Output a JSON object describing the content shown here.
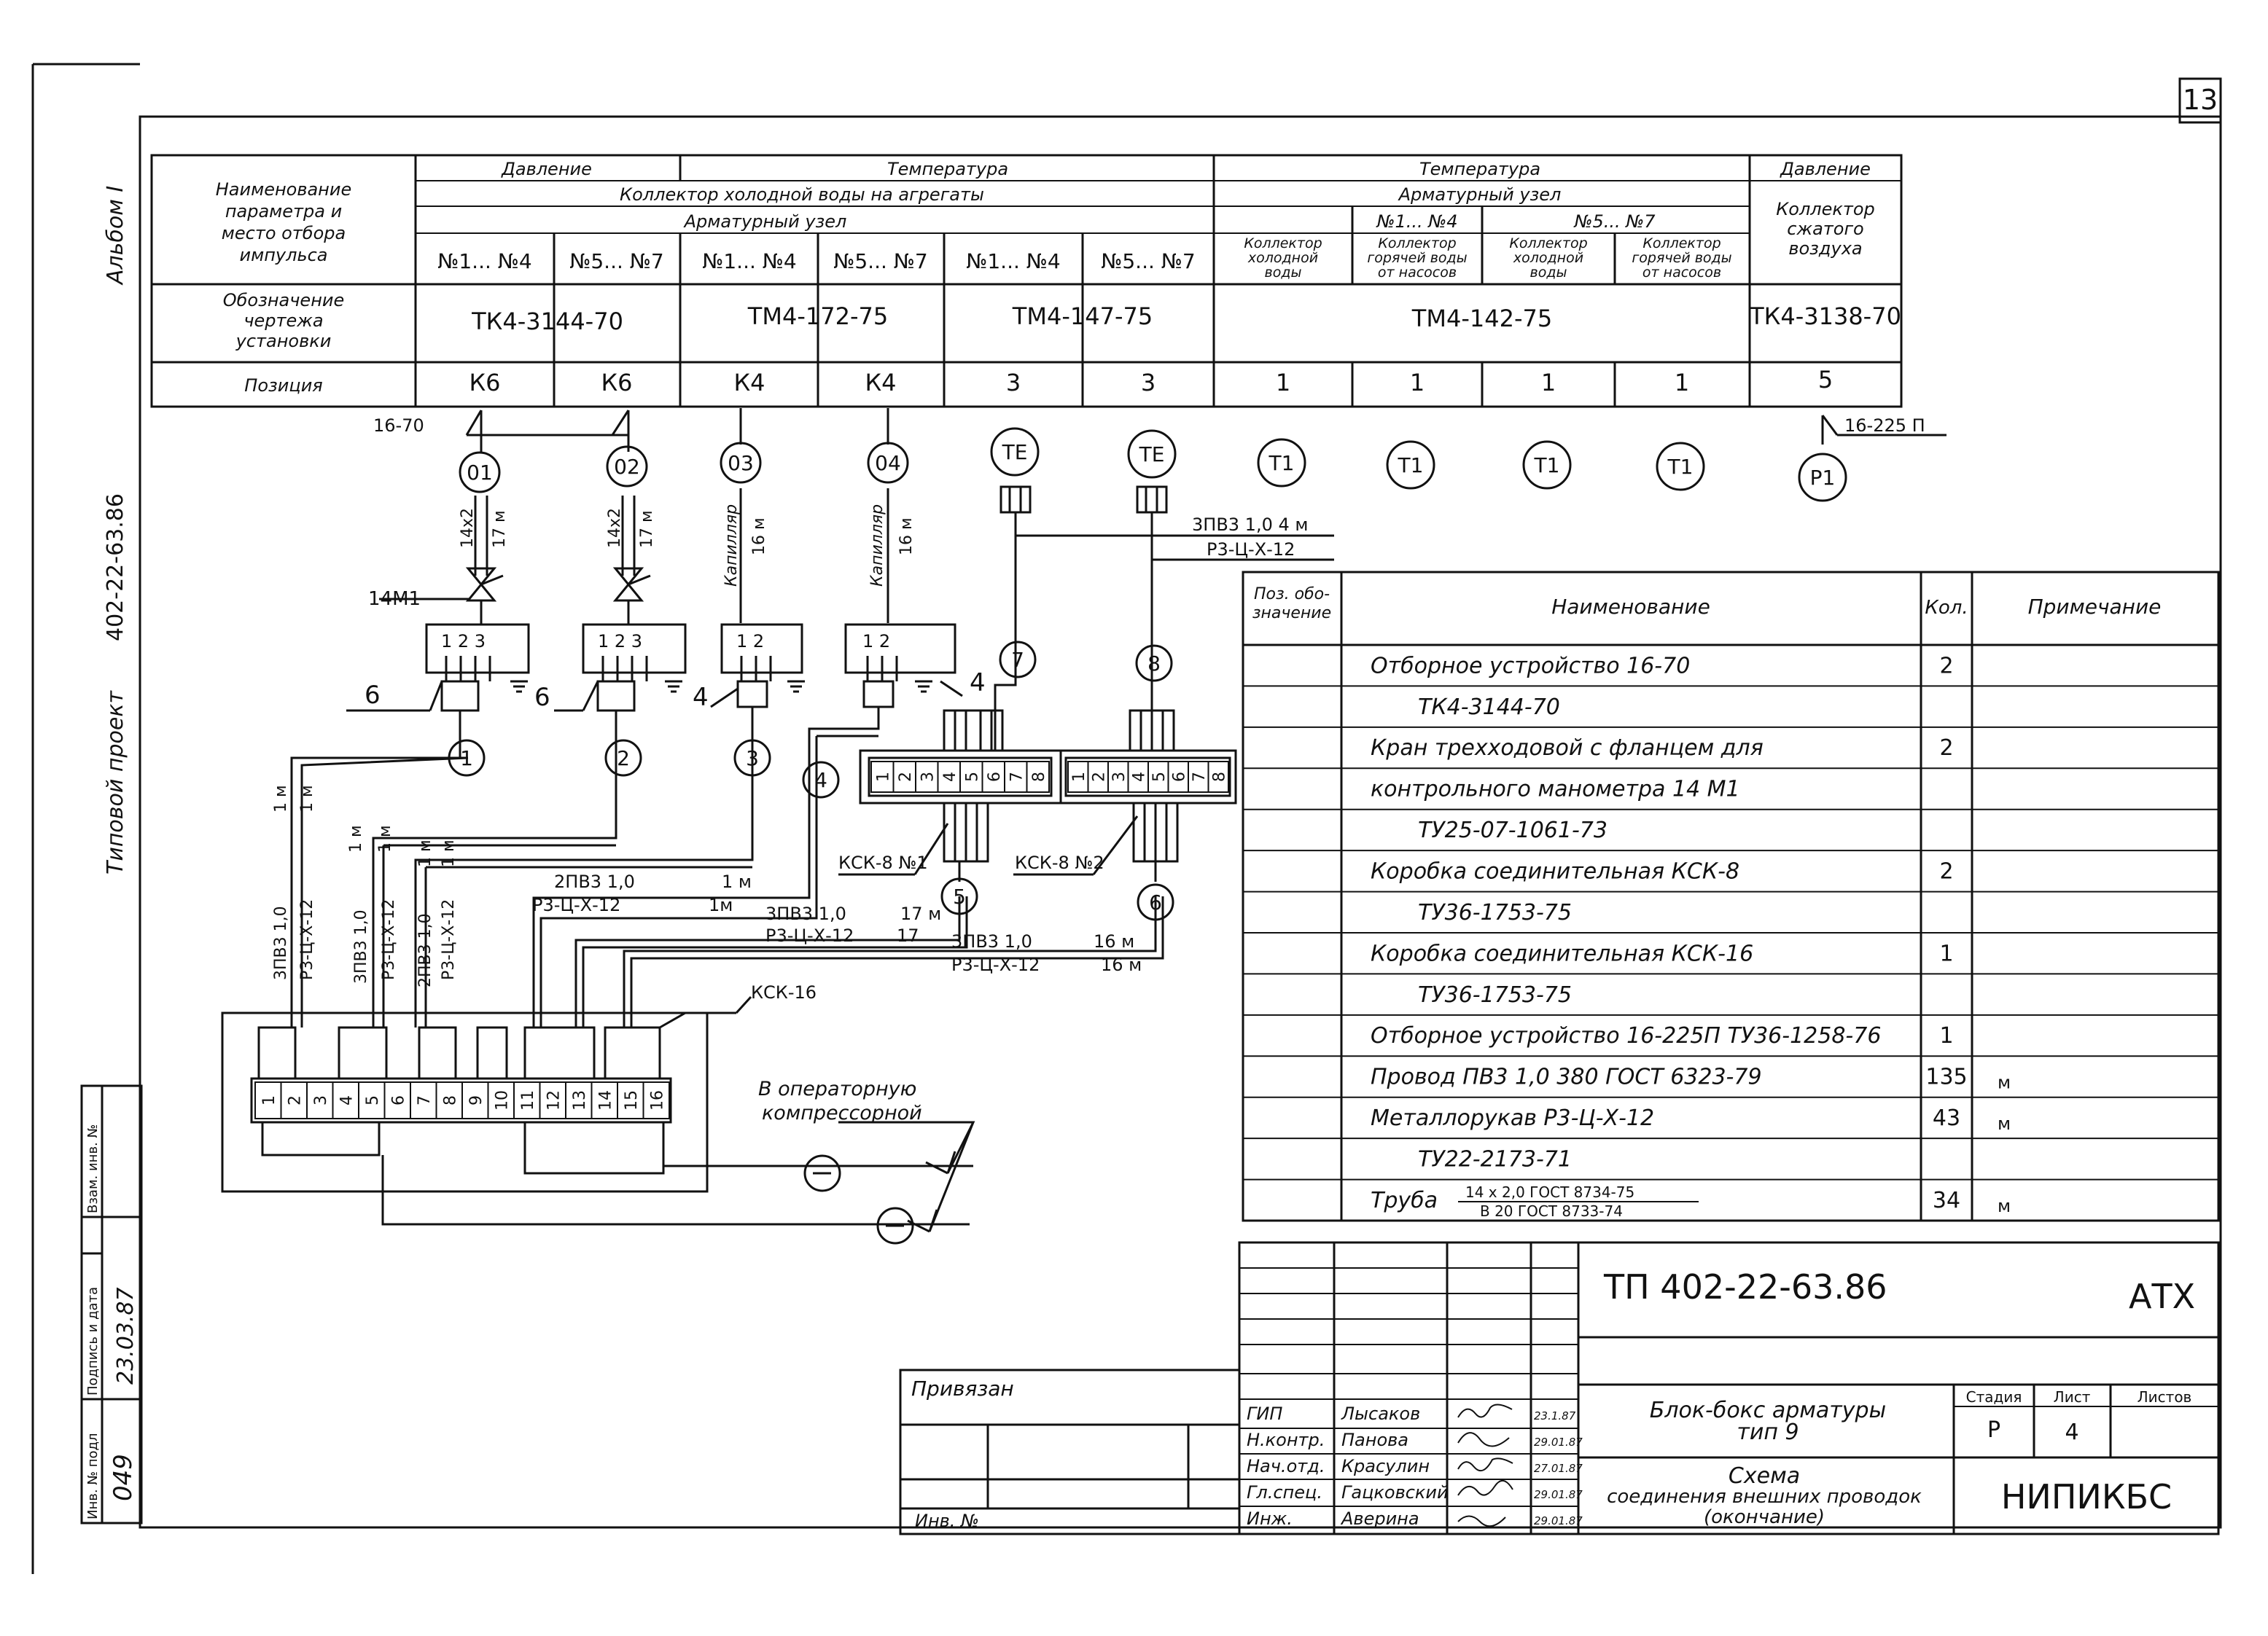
{
  "sheet_number": "13",
  "album": "Альбом I",
  "project_title": "Типовой проект",
  "project_code": "402-22-63.86",
  "left_stamp": {
    "inv_podl": "Инв. № подл",
    "inv_podl_value": "049",
    "podpis_data": "Подпись и дата",
    "podpis_value": "23.03.87",
    "vzam_inv": "Взам. инв. №"
  },
  "top_table": {
    "row_header_1": [
      "Наименование",
      "параметра и",
      "место отбора",
      "импульса"
    ],
    "row_header_2": [
      "Обозначение",
      "чертежа",
      "установки"
    ],
    "row_header_3": "Позиция",
    "group_davlenie": "Давление",
    "group_temp_a": "Температура",
    "kollektor_hol": "Коллектор холодной воды на агрегаты",
    "armat_uzel_a": "Арматурный узел",
    "group_temp_b": "Температура",
    "armat_uzel_b": "Арматурный узел",
    "n1_n4": "№1... №4",
    "n5_n7": "№5... №7",
    "kol_hol": [
      "Коллектор",
      "холодной",
      "воды"
    ],
    "kol_gor": [
      "Коллектор",
      "горячей воды",
      "от насосов"
    ],
    "group_davlenie_b": "Давление",
    "kol_szh": [
      "Коллектор",
      "сжатого",
      "воздуха"
    ],
    "cols_sub": [
      "№1... №4",
      "№5... №7",
      "№1... №4",
      "№5... №7",
      "№1... №4",
      "№5... №7"
    ],
    "designations": [
      "ТК4-3144-70",
      "ТМ4-172-75",
      "ТМ4-147-75",
      "ТМ4-142-75",
      "ТК4-3138-70"
    ],
    "positions": [
      "К6",
      "К6",
      "К4",
      "К4",
      "3",
      "3",
      "1",
      "1",
      "1",
      "1",
      "5"
    ]
  },
  "diagram": {
    "lbl_16_70": "16-70",
    "lbl_16_225": "16-225 П",
    "circles_top": [
      "01",
      "02",
      "03",
      "04",
      "TE",
      "TE",
      "T1",
      "T1",
      "T1",
      "T1",
      "P1"
    ],
    "tube_a": "14x2",
    "tube_a_len": "17 м",
    "kapil": "Капилляр",
    "kapil_len": "16 м",
    "valve": "14М1",
    "cable_top_1": "3ПВ3 1,0  4 м",
    "cable_top_2": "Р3-Ц-Х-12",
    "box_pins_3": "1 2 3",
    "box_pins_2": "1 2",
    "box_label_6": "6",
    "box_label_4": "4",
    "wire_nums": [
      "1",
      "2",
      "3",
      "4",
      "5",
      "6",
      "7",
      "8"
    ],
    "ksk8_1": "КСК-8 №1",
    "ksk8_2": "КСК-8 №2",
    "ksk16": "КСК-16",
    "vert_cable_1": "3ПВ3 1,0",
    "vert_cable_2": "3ПВ3 1,0",
    "vert_cable_3": "2ПВ3 1,0",
    "vert_metal": "Р3-Ц-Х-12",
    "vert_len": "1 м",
    "h1a": "2ПВ3  1,0",
    "h1b": "1 м",
    "h2a": "Р3-Ц-Х-12",
    "h2b": "1м",
    "h3a": "3ПВ3  1,0",
    "h3b": "17 м",
    "h4a": "Р3-Ц-Х-12",
    "h4b": "17",
    "h5a": "3ПВ3   1,0",
    "h5b": "16 м",
    "h6a": "Р3-Ц-Х-12",
    "h6b": "16 м",
    "oper_1": "В операторную",
    "oper_2": "компрессорной",
    "terms16": [
      "1",
      "2",
      "3",
      "4",
      "5",
      "6",
      "7",
      "8",
      "9",
      "10",
      "11",
      "12",
      "13",
      "14",
      "15",
      "16"
    ],
    "terms8": [
      "1",
      "2",
      "3",
      "4",
      "5",
      "6",
      "7",
      "8"
    ]
  },
  "spec_table": {
    "headers": [
      "Поз. обо-значение",
      "Наименование",
      "Кол.",
      "Примечание"
    ],
    "rows": [
      {
        "name": "Отборное устройство 16-70",
        "qty": "2",
        "note": ""
      },
      {
        "name": "ТК4-3144-70",
        "qty": "",
        "note": ""
      },
      {
        "name": "Кран трехходовой с фланцем для",
        "qty": "2",
        "note": ""
      },
      {
        "name": "контрольного манометра 14 М1",
        "qty": "",
        "note": ""
      },
      {
        "name": "ТУ25-07-1061-73",
        "qty": "",
        "note": ""
      },
      {
        "name": "Коробка соединительная КСК-8",
        "qty": "2",
        "note": ""
      },
      {
        "name": "ТУ36-1753-75",
        "qty": "",
        "note": ""
      },
      {
        "name": "Коробка соединительная КСК-16",
        "qty": "1",
        "note": ""
      },
      {
        "name": "ТУ36-1753-75",
        "qty": "",
        "note": ""
      },
      {
        "name": "Отборное устройство 16-225П  ТУ36-1258-76",
        "qty": "1",
        "note": ""
      },
      {
        "name": "Провод ПВ3  1,0  380      ГОСТ 6323-79",
        "qty": "135",
        "note": "м"
      },
      {
        "name": "Металлорукав  Р3-Ц-Х-12",
        "qty": "43",
        "note": "м"
      },
      {
        "name": "ТУ22-2173-71",
        "qty": "",
        "note": ""
      },
      {
        "name": "Труба",
        "frac_top": "14 x 2,0   ГОСТ 8734-75",
        "frac_bot": "В 20   ГОСТ 8733-74",
        "qty": "34",
        "note": "м"
      }
    ]
  },
  "title_block": {
    "doc_code": "ТП   402-22-63.86",
    "doc_mark": "АТХ",
    "privyazan": "Привязан",
    "inv_no": "Инв. №",
    "roles": [
      "ГИП",
      "Н.контр.",
      "Нач.отд.",
      "Гл.спец.",
      "Инж."
    ],
    "names": [
      "Лысаков",
      "Панова",
      "Красулин",
      "Гацковский",
      "Аверина"
    ],
    "dates": [
      "23.1.87",
      "29.01.87",
      "27.01.87",
      "29.01.87",
      "29.01.87"
    ],
    "object_1": "Блок-бокс арматуры",
    "object_2": "тип 9",
    "sheet_title_1": "Схема",
    "sheet_title_2": "соединения внешних проводок",
    "sheet_title_3": "(окончание)",
    "stadia_h": "Стадия",
    "list_h": "Лист",
    "listov_h": "Листов",
    "stadia": "Р",
    "list": "4",
    "listov": "",
    "org": "НИПИКБС"
  }
}
